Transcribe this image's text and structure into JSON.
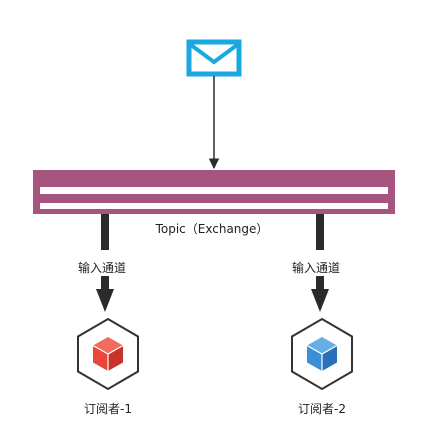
{
  "topic": {
    "label": "Topic（Exchange）"
  },
  "channels": [
    {
      "label": "输入通道"
    },
    {
      "label": "输入通道"
    }
  ],
  "subscribers": [
    {
      "label": "订阅者-1",
      "cube_color": "#e8473a"
    },
    {
      "label": "订阅者-2",
      "cube_color": "#3a8fd9"
    }
  ],
  "colors": {
    "message_icon": "#19a8e0",
    "topic_bar": "#a5557f",
    "arrow": "#2b2b2b",
    "hexagon_stroke": "#333333"
  },
  "icons": {
    "message": "envelope-icon",
    "subscriber": "cube-in-hexagon-icon"
  }
}
